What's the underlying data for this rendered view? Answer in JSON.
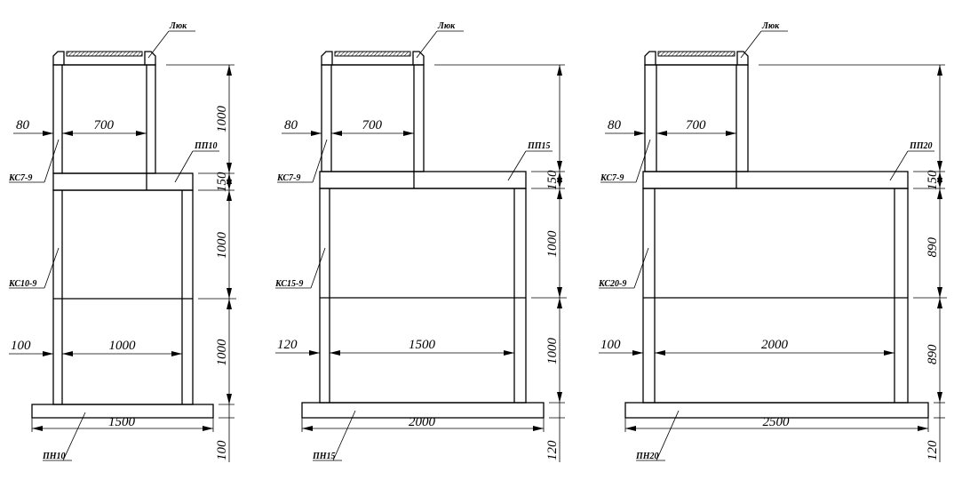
{
  "drawings": [
    {
      "hatch_label": "Люк",
      "neck_ring": "КС7-9",
      "slab": "ПП10",
      "well_ring": "КС10-9",
      "base": "ПН10",
      "dim_neck_wall": "80",
      "dim_neck_inner": "700",
      "dim_well_wall": "100",
      "dim_well_inner": "1000",
      "dim_base_width": "1500",
      "dim_neck_height": "1000",
      "dim_slab_height": "150",
      "dim_ring_upper": "1000",
      "dim_ring_lower": "1000",
      "dim_base_height": "100"
    },
    {
      "hatch_label": "Люк",
      "neck_ring": "КС7-9",
      "slab": "ПП15",
      "well_ring": "КС15-9",
      "base": "ПН15",
      "dim_neck_wall": "80",
      "dim_neck_inner": "700",
      "dim_well_wall": "120",
      "dim_well_inner": "1500",
      "dim_base_width": "2000",
      "dim_neck_height": "",
      "dim_slab_height": "150",
      "dim_ring_upper": "1000",
      "dim_ring_lower": "1000",
      "dim_base_height": "120"
    },
    {
      "hatch_label": "Люк",
      "neck_ring": "КС7-9",
      "slab": "ПП20",
      "well_ring": "КС20-9",
      "base": "ПН20",
      "dim_neck_wall": "80",
      "dim_neck_inner": "700",
      "dim_well_wall": "100",
      "dim_well_inner": "2000",
      "dim_base_width": "2500",
      "dim_neck_height": "",
      "dim_slab_height": "150",
      "dim_ring_upper": "890",
      "dim_ring_lower": "890",
      "dim_base_height": "120"
    }
  ]
}
